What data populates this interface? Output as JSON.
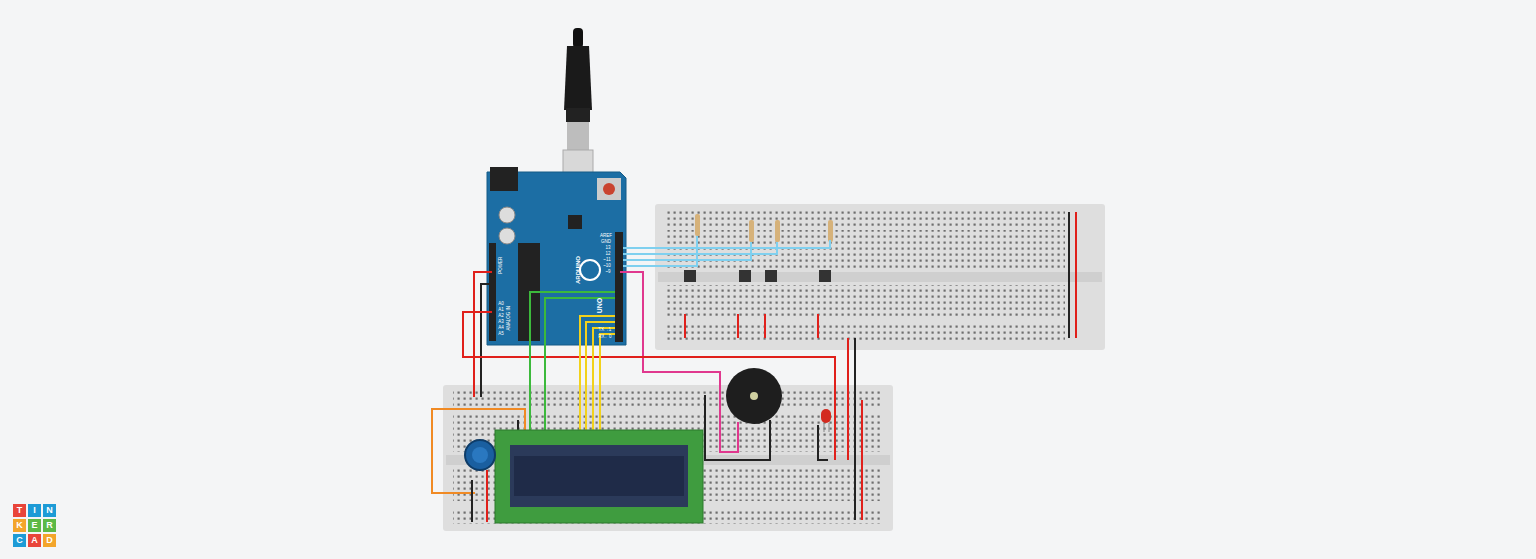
{
  "diagram": {
    "labels": [
      "T",
      "I",
      "N",
      "K",
      "E",
      "R",
      "C",
      "A",
      "D",
      "ARDUINO",
      "UNO",
      "AREF",
      "GND",
      "13",
      "12",
      "~11",
      "~10",
      "~9",
      "TX→1",
      "RX←0",
      "POWER",
      "ANALOG IN",
      "A0",
      "A1",
      "A2",
      "A3",
      "A4",
      "A5"
    ]
  }
}
